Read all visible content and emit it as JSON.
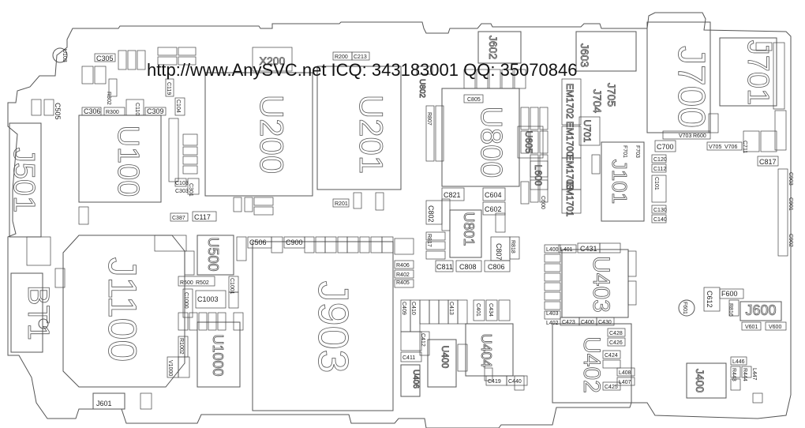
{
  "watermark": "http://www.AnySVC.net  ICQ: 343183001 QQ: 35070846",
  "components": {
    "j700": "J700",
    "j701": "J701",
    "u200": "U200",
    "u201": "U201",
    "u100": "U100",
    "u800": "U800",
    "j501": "J501",
    "j1100": "J1100",
    "j903": "J903",
    "bt1": "BT1",
    "u403": "U403",
    "u402": "U402",
    "u404": "U404",
    "u406": "U406",
    "u400": "U400",
    "u1000": "U1000",
    "u500": "U500",
    "u801": "U801",
    "j101": "J101",
    "j600": "J600",
    "j400": "J400",
    "j601": "J601",
    "j602": "J602",
    "j603": "J603",
    "j704": "J704",
    "j705": "J705",
    "em1702": "EM1702",
    "em1700": "EM1700",
    "em1703": "EM1703",
    "em1701": "EM1701",
    "u605": "U605",
    "u701": "U701",
    "x200": "X200",
    "u802": "U802",
    "l600": "L600",
    "c305": "C305",
    "c306": "C306",
    "c309": "C309",
    "c117": "C117",
    "c387": "C387",
    "c506": "C506",
    "c900": "C900",
    "c1003": "C1003",
    "c807": "C807",
    "c811": "C811",
    "c808": "C808",
    "c806": "C806",
    "c821": "C821",
    "c604": "C604",
    "c602": "C602",
    "c600": "C600",
    "c802": "C802",
    "c700": "C700",
    "c817": "C817",
    "c612": "C612",
    "c431": "C431",
    "c401": "C401",
    "c434": "C434",
    "c425": "C425",
    "c110": "C110",
    "c119": "C119",
    "c104": "C104",
    "c805": "C805",
    "c903": "C903",
    "c901": "C901",
    "c902": "C902",
    "c506b": "C506",
    "c101": "C101",
    "f601": "F601",
    "f600": "F600",
    "r807": "R807",
    "l403": "L403",
    "l400": "L400",
    "l401": "L401",
    "l446": "L446",
    "l447": "L447",
    "v601": "V601",
    "v600": "V600",
    "u103": "U103",
    "c505": "C505",
    "r817": "R817",
    "r818": "R818",
    "r201": "R201",
    "r200": "R200",
    "c213": "C213",
    "r816": "R816",
    "c430": "C430",
    "c423": "C423",
    "c400": "C400",
    "c428": "C428",
    "c426": "C426",
    "c424": "C424",
    "r443": "R443",
    "r444": "R444",
    "r405": "R405",
    "r406": "R406",
    "r402": "R402",
    "c409": "C409",
    "c410": "C410",
    "c411": "C411",
    "c412": "C412",
    "c413": "C413",
    "c419": "C419",
    "c440": "C440",
    "l402": "L402",
    "l408": "L408",
    "l407": "L407",
    "v703": "V703",
    "v705": "V705",
    "v706": "V706",
    "c711": "C711",
    "f703": "F703",
    "f701": "F701",
    "r600": "R600",
    "c130": "C130",
    "c140": "C140",
    "c120": "C120",
    "c112": "C112",
    "c103": "C103",
    "c301": "C301",
    "c303": "C303",
    "r302": "R302",
    "r300": "R300",
    "r500": "R500",
    "r502": "R502",
    "c1000": "C1000",
    "c1001": "C1001",
    "r1002": "R1002",
    "v1000": "V1000"
  }
}
